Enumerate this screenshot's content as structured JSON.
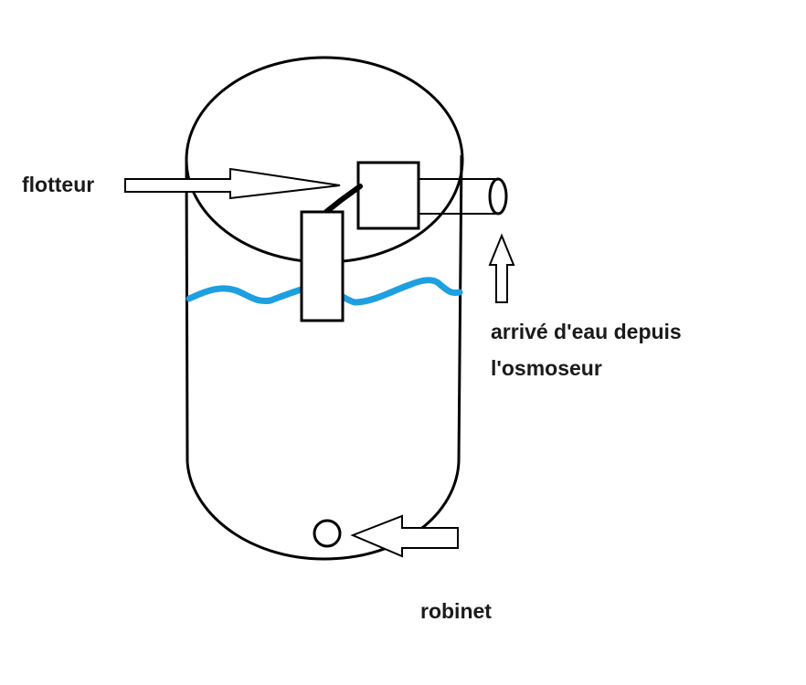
{
  "labels": {
    "float": "flotteur",
    "inlet_line1": "arrivé d'eau depuis",
    "inlet_line2": "l'osmoseur",
    "tap": "robinet"
  },
  "colors": {
    "stroke": "#000000",
    "water": "#1e9fe0",
    "background": "#ffffff"
  }
}
